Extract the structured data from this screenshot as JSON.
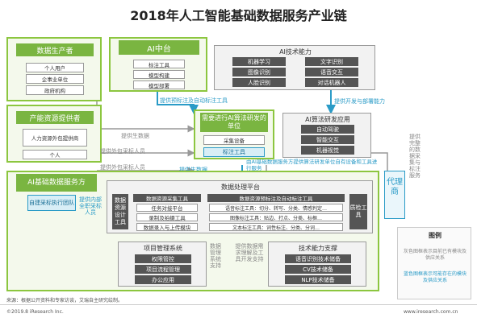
{
  "title": "2018年人工智能基础数据服务产业链",
  "data_producers": {
    "header": "数据生产者",
    "items": [
      "个人用户",
      "企事业单位",
      "政府机构"
    ]
  },
  "capacity_providers": {
    "header": "产能资源提供者",
    "items": [
      "人力资源外包提供商",
      "个人"
    ]
  },
  "ai_platform": {
    "header": "AI中台",
    "items": [
      "标注工具",
      "模型构建",
      "模型部署"
    ]
  },
  "ai_tech": {
    "header": "AI技术能力",
    "items": [
      "机器学习",
      "文字识别",
      "图像识别",
      "语音交互",
      "人脸识别",
      "对话机器人"
    ]
  },
  "rd_unit": {
    "header": "需要进行AI算法研发的单位",
    "items": [
      "采集设备",
      "标注工具"
    ]
  },
  "ai_app": {
    "header": "AI算法研发应用",
    "items": [
      "自动驾驶",
      "智能交互",
      "机器视觉"
    ]
  },
  "vendor": {
    "header": "AI基础数据服务方",
    "exec_team": "自建采标执行团队",
    "platform_header": "数据处理平台",
    "design_tool": "数据资源设计工具",
    "collect": {
      "header": "数据资源采集工具",
      "items": [
        "任务对接平台",
        "录制及拍摄工具",
        "数据录入与上传模块"
      ]
    },
    "annotate": {
      "header": "数据资源预标注及自动标注工具",
      "items": [
        "语音标注工具：切分、转写、分类、情感判定…",
        "图像标注工具：贴边、打点、分类、标框…",
        "文本标注工具：词性标注、分类、分词…"
      ]
    },
    "qa_tool": "质检工具",
    "pm": {
      "header": "项目管理系统",
      "items": [
        "权限管控",
        "项目流程管理",
        "办公应用"
      ]
    },
    "tech": {
      "header": "技术能力支撑",
      "items": [
        "语音识别技术储备",
        "CV技术储备",
        "NLP技术储备"
      ]
    },
    "side_label": "提供内部全职采标人员",
    "pm_side": "数据管理系统支持",
    "tech_side": "提供数据需求理解及工具开发支持"
  },
  "agent": "代理商",
  "arrows": {
    "pre_label": "提供预标注及自动标注工具",
    "dev_label": "提供开发与部署能力",
    "gen_data1": "提供生数据",
    "ext_people1": "提供外包采标人员",
    "ext_people2": "提供外包采标人员",
    "gen_data2": "提供生数据",
    "self_tools": "由AI基础数据服务方提供算法研发单位自有设备和工具进行服务",
    "agent_side": "提供完整的数据采集与标注服务"
  },
  "legend": {
    "header": "图例",
    "gray_desc": "灰色图框表示目前已有模块及供应关系",
    "blue_desc": "蓝色图框表示可能存在的模块及供应关系"
  },
  "footer": {
    "source": "来源：根据公开资料和专家访谈，艾瑞自主研究绘制。",
    "copyright": "©2019.8 iResearch Inc.",
    "site": "www.iresearch.com.cn"
  },
  "colors": {
    "green": "#7ab541",
    "blue": "#2a9bc7",
    "dark": "#555555"
  }
}
